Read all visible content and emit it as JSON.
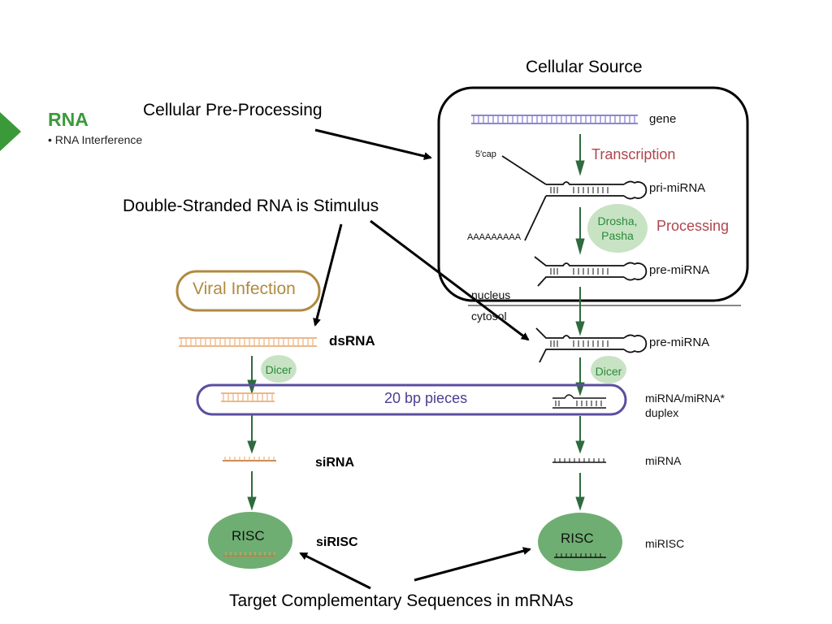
{
  "slide": {
    "heading": "RNA",
    "bullet": "• RNA Interference",
    "accent_color": "#3a9a3a"
  },
  "annotations": {
    "cellular_source": "Cellular Source",
    "cellular_preprocessing": "Cellular Pre-Processing",
    "dsrna_stimulus": "Double-Stranded RNA is Stimulus",
    "viral_infection": "Viral Infection",
    "bp_pieces": "20 bp pieces",
    "target": "Target Complementary Sequences in mRNAs"
  },
  "nucleus_pathway": {
    "gene": "gene",
    "transcription": "Transcription",
    "five_cap": "5′cap",
    "pri_mirna": "pri-miRNA",
    "drosha_line1": "Drosha,",
    "drosha_line2": "Pasha",
    "processing": "Processing",
    "polya": "AAAAAAAAA",
    "pre_mirna_nucleus": "pre-miRNA",
    "nucleus": "nucleus",
    "cytosol": "cytosol"
  },
  "mirna_pathway": {
    "pre_mirna": "pre-miRNA",
    "dicer": "Dicer",
    "duplex_line1": "miRNA/miRNA*",
    "duplex_line2": "duplex",
    "mirna": "miRNA",
    "risc": "RISC",
    "mirisc": "miRISC"
  },
  "sirna_pathway": {
    "dsrna": "dsRNA",
    "dicer": "Dicer",
    "sirna": "siRNA",
    "risc": "RISC",
    "sirisc": "siRISC"
  },
  "colors": {
    "arrow_green": "#2e6b3e",
    "dicer_bubble": "#c8e3c4",
    "risc_green": "#6fae72",
    "orange_strand": "#e8a060",
    "purple": "#5a4ea0",
    "viral_border": "#b08a40",
    "red_label": "#b0454d"
  }
}
